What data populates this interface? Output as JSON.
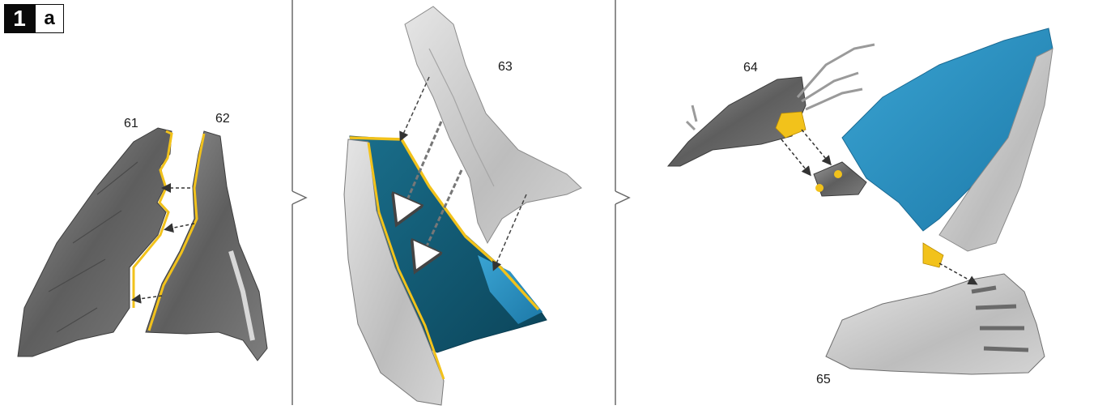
{
  "figure": {
    "badge_number": "1",
    "badge_letter": "a"
  },
  "labels": {
    "l61": "61",
    "l62": "62",
    "l63": "63",
    "l64": "64",
    "l65": "65"
  },
  "colors": {
    "bone_dark": "#6f6f6f",
    "bone_light": "#c9c9c9",
    "outline_yellow": "#f2c21b",
    "surface_blue": "#2b8fc0",
    "surface_teal": "#0f5770",
    "divider": "#6a6a6a",
    "arrow": "#333333"
  }
}
